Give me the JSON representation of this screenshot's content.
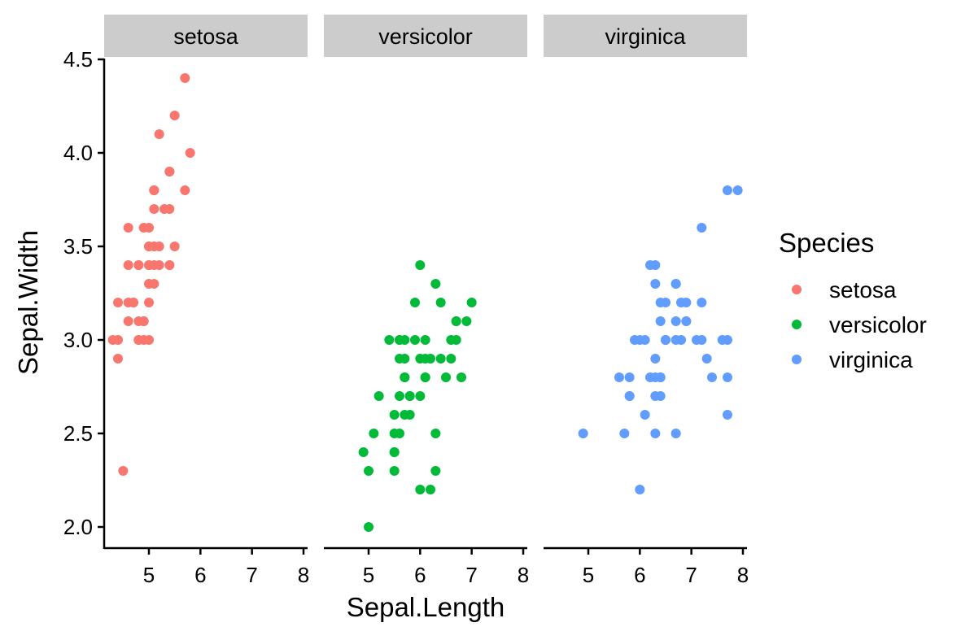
{
  "chart_data": {
    "type": "scatter",
    "xlabel": "Sepal.Length",
    "ylabel": "Sepal.Width",
    "xlim": [
      4.2,
      8.05
    ],
    "ylim": [
      1.9,
      4.5
    ],
    "xticks": [
      5,
      6,
      7,
      8
    ],
    "yticks": [
      2.0,
      2.5,
      3.0,
      3.5,
      4.0,
      4.5
    ],
    "ytick_labels": [
      "2.0",
      "2.5",
      "3.0",
      "3.5",
      "4.0",
      "4.5"
    ],
    "grid": false,
    "legend": {
      "title": "Species",
      "position": "right"
    },
    "facets": [
      "setosa",
      "versicolor",
      "virginica"
    ],
    "series": [
      {
        "name": "setosa",
        "color": "#F8766D",
        "points": [
          [
            5.1,
            3.5
          ],
          [
            4.9,
            3.0
          ],
          [
            4.7,
            3.2
          ],
          [
            4.6,
            3.1
          ],
          [
            5.0,
            3.6
          ],
          [
            5.4,
            3.9
          ],
          [
            4.6,
            3.4
          ],
          [
            5.0,
            3.4
          ],
          [
            4.4,
            2.9
          ],
          [
            4.9,
            3.1
          ],
          [
            5.4,
            3.7
          ],
          [
            4.8,
            3.4
          ],
          [
            4.8,
            3.0
          ],
          [
            4.3,
            3.0
          ],
          [
            5.8,
            4.0
          ],
          [
            5.7,
            4.4
          ],
          [
            5.4,
            3.9
          ],
          [
            5.1,
            3.5
          ],
          [
            5.7,
            3.8
          ],
          [
            5.1,
            3.8
          ],
          [
            5.4,
            3.4
          ],
          [
            5.1,
            3.7
          ],
          [
            4.6,
            3.6
          ],
          [
            5.1,
            3.3
          ],
          [
            4.8,
            3.4
          ],
          [
            5.0,
            3.0
          ],
          [
            5.0,
            3.4
          ],
          [
            5.2,
            3.5
          ],
          [
            5.2,
            3.4
          ],
          [
            4.7,
            3.2
          ],
          [
            4.8,
            3.1
          ],
          [
            5.4,
            3.4
          ],
          [
            5.2,
            4.1
          ],
          [
            5.5,
            4.2
          ],
          [
            4.9,
            3.1
          ],
          [
            5.0,
            3.2
          ],
          [
            5.5,
            3.5
          ],
          [
            4.9,
            3.6
          ],
          [
            4.4,
            3.0
          ],
          [
            5.1,
            3.4
          ],
          [
            5.0,
            3.5
          ],
          [
            4.5,
            2.3
          ],
          [
            4.4,
            3.2
          ],
          [
            5.0,
            3.5
          ],
          [
            5.1,
            3.8
          ],
          [
            4.8,
            3.0
          ],
          [
            5.1,
            3.8
          ],
          [
            4.6,
            3.2
          ],
          [
            5.3,
            3.7
          ],
          [
            5.0,
            3.3
          ]
        ]
      },
      {
        "name": "versicolor",
        "color": "#00BA38",
        "points": [
          [
            7.0,
            3.2
          ],
          [
            6.4,
            3.2
          ],
          [
            6.9,
            3.1
          ],
          [
            5.5,
            2.3
          ],
          [
            6.5,
            2.8
          ],
          [
            5.7,
            2.8
          ],
          [
            6.3,
            3.3
          ],
          [
            4.9,
            2.4
          ],
          [
            6.6,
            2.9
          ],
          [
            5.2,
            2.7
          ],
          [
            5.0,
            2.0
          ],
          [
            5.9,
            3.0
          ],
          [
            6.0,
            2.2
          ],
          [
            6.1,
            2.9
          ],
          [
            5.6,
            2.9
          ],
          [
            6.7,
            3.1
          ],
          [
            5.6,
            3.0
          ],
          [
            5.8,
            2.7
          ],
          [
            6.2,
            2.2
          ],
          [
            5.6,
            2.5
          ],
          [
            5.9,
            3.2
          ],
          [
            6.1,
            2.8
          ],
          [
            6.3,
            2.5
          ],
          [
            6.1,
            2.8
          ],
          [
            6.4,
            2.9
          ],
          [
            6.6,
            3.0
          ],
          [
            6.8,
            2.8
          ],
          [
            6.7,
            3.0
          ],
          [
            6.0,
            2.9
          ],
          [
            5.7,
            2.6
          ],
          [
            5.5,
            2.4
          ],
          [
            5.5,
            2.4
          ],
          [
            5.8,
            2.7
          ],
          [
            6.0,
            2.7
          ],
          [
            5.4,
            3.0
          ],
          [
            6.0,
            3.4
          ],
          [
            6.7,
            3.1
          ],
          [
            6.3,
            2.3
          ],
          [
            5.6,
            3.0
          ],
          [
            5.5,
            2.5
          ],
          [
            5.5,
            2.6
          ],
          [
            6.1,
            3.0
          ],
          [
            5.8,
            2.6
          ],
          [
            5.0,
            2.3
          ],
          [
            5.6,
            2.7
          ],
          [
            5.7,
            3.0
          ],
          [
            5.7,
            2.9
          ],
          [
            6.2,
            2.9
          ],
          [
            5.1,
            2.5
          ],
          [
            5.7,
            2.8
          ]
        ]
      },
      {
        "name": "virginica",
        "color": "#619CFF",
        "points": [
          [
            6.3,
            3.3
          ],
          [
            5.8,
            2.7
          ],
          [
            7.1,
            3.0
          ],
          [
            6.3,
            2.9
          ],
          [
            6.5,
            3.0
          ],
          [
            7.6,
            3.0
          ],
          [
            4.9,
            2.5
          ],
          [
            7.3,
            2.9
          ],
          [
            6.7,
            2.5
          ],
          [
            7.2,
            3.6
          ],
          [
            6.5,
            3.2
          ],
          [
            6.4,
            2.7
          ],
          [
            6.8,
            3.0
          ],
          [
            5.7,
            2.5
          ],
          [
            5.8,
            2.8
          ],
          [
            6.4,
            3.2
          ],
          [
            6.5,
            3.0
          ],
          [
            7.7,
            3.8
          ],
          [
            7.7,
            2.6
          ],
          [
            6.0,
            2.2
          ],
          [
            6.9,
            3.2
          ],
          [
            5.6,
            2.8
          ],
          [
            7.7,
            2.8
          ],
          [
            6.3,
            2.7
          ],
          [
            6.7,
            3.3
          ],
          [
            7.2,
            3.2
          ],
          [
            6.2,
            2.8
          ],
          [
            6.1,
            3.0
          ],
          [
            6.4,
            2.8
          ],
          [
            7.2,
            3.0
          ],
          [
            7.4,
            2.8
          ],
          [
            7.9,
            3.8
          ],
          [
            6.4,
            2.8
          ],
          [
            6.3,
            2.8
          ],
          [
            6.1,
            2.6
          ],
          [
            7.7,
            3.0
          ],
          [
            6.3,
            3.4
          ],
          [
            6.4,
            3.1
          ],
          [
            6.0,
            3.0
          ],
          [
            6.9,
            3.1
          ],
          [
            6.7,
            3.1
          ],
          [
            6.9,
            3.1
          ],
          [
            5.8,
            2.7
          ],
          [
            6.8,
            3.2
          ],
          [
            6.7,
            3.3
          ],
          [
            6.7,
            3.0
          ],
          [
            6.3,
            2.5
          ],
          [
            6.5,
            3.0
          ],
          [
            6.2,
            3.4
          ],
          [
            5.9,
            3.0
          ]
        ]
      }
    ]
  }
}
